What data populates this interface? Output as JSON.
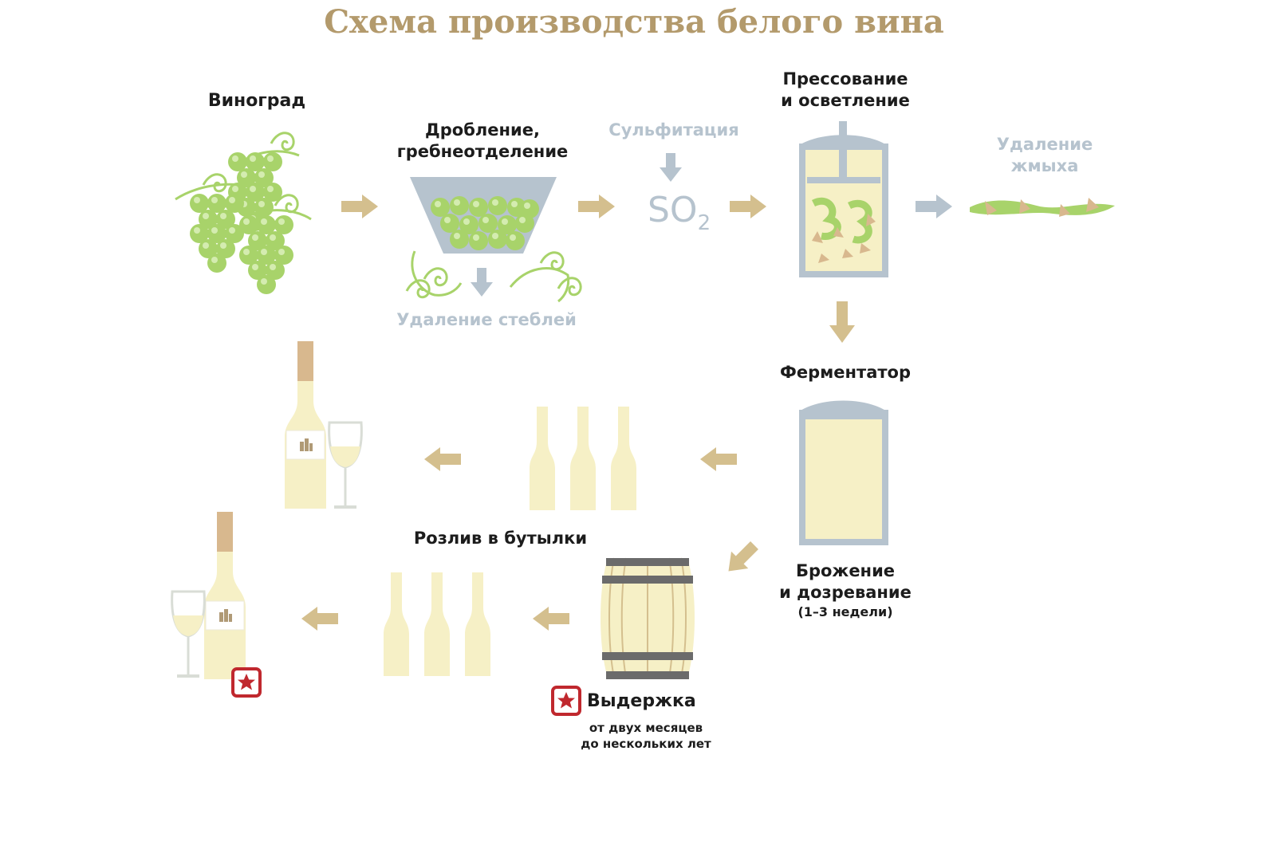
{
  "title": "Схема производства белого вина",
  "steps": {
    "grape": "Виноград",
    "crush_1": "Дробление,",
    "crush_2": "гребнеотделение",
    "stems": "Удаление стеблей",
    "sulfite": "Сульфитация",
    "so2_main": "SO",
    "so2_sub": "2",
    "press_1": "Прессование",
    "press_2": "и осветление",
    "pomace_1": "Удаление",
    "pomace_2": "жмыха",
    "fermenter": "Ферментатор",
    "ferment_1": "Брожение",
    "ferment_2": "и дозревание",
    "ferment_3": "(1–3 недели)",
    "bottling": "Розлив в бутылки",
    "aging": "Выдержка",
    "aging_note_1": "от двух месяцев",
    "aging_note_2": "до нескольких лет"
  },
  "icons": [
    "grape-cluster-icon",
    "crusher-icon",
    "press-icon",
    "fermenter-icon",
    "barrel-icon",
    "bottle-icon",
    "wine-glass-icon",
    "star-badge-icon",
    "arrow-icon"
  ],
  "colors": {
    "title": "#b39a6c",
    "arrow": "#d4bf8e",
    "grape": "#a8d36a",
    "grey": "#b6c3ce",
    "wine": "#f6f0c6",
    "red": "#c0282e"
  }
}
